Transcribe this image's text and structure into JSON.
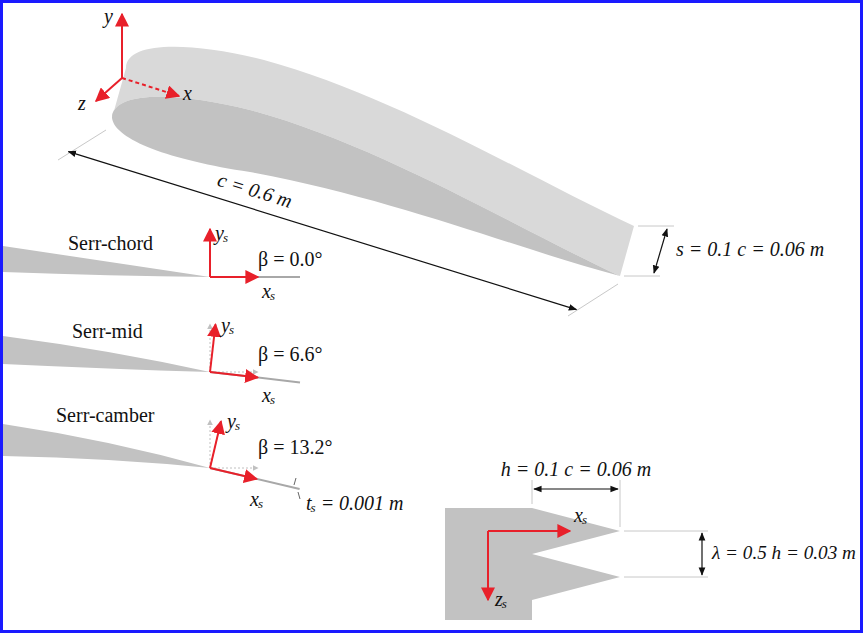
{
  "diagram": {
    "labels": [
      "y",
      "x",
      "z",
      "c = 0.6 m",
      "s = 0.1 c = 0.06 m",
      "Serr-chord",
      "y",
      "s",
      "β = 0.0°",
      "x",
      "s",
      "Serr-mid",
      "y",
      "s",
      "β = 6.6°",
      "x",
      "s",
      "Serr-camber",
      "y",
      "s",
      "β = 13.2°",
      "x",
      "s",
      "t",
      "s",
      "= 0.001 m",
      "h = 0.1 c = 0.06 m",
      "x",
      "s",
      "λ = 0.5 h = 0.03 m",
      "z",
      "s"
    ]
  }
}
